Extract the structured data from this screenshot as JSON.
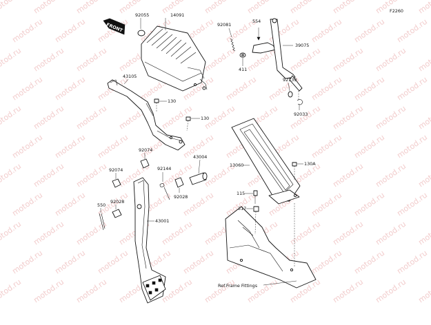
{
  "diagram": {
    "code": "F2260",
    "front_marker": "FRONT",
    "watermark": "motod.ru",
    "frame_note": "Ref.Frame Fittings",
    "callouts": [
      {
        "id": "c92055",
        "label": "92055"
      },
      {
        "id": "c14091",
        "label": "14091"
      },
      {
        "id": "c92081",
        "label": "92081"
      },
      {
        "id": "c554",
        "label": "554"
      },
      {
        "id": "c39075",
        "label": "39075"
      },
      {
        "id": "c411",
        "label": "411"
      },
      {
        "id": "c43105",
        "label": "43105"
      },
      {
        "id": "c130a",
        "label": "130"
      },
      {
        "id": "c130b",
        "label": "130"
      },
      {
        "id": "c92139",
        "label": "92139"
      },
      {
        "id": "c92033",
        "label": "92033"
      },
      {
        "id": "c92074a",
        "label": "92074"
      },
      {
        "id": "c43004",
        "label": "43004"
      },
      {
        "id": "c92074b",
        "label": "92074"
      },
      {
        "id": "c92144",
        "label": "92144"
      },
      {
        "id": "c13060",
        "label": "13060"
      },
      {
        "id": "c130A",
        "label": "130A"
      },
      {
        "id": "c92028a",
        "label": "92028"
      },
      {
        "id": "c115",
        "label": "115"
      },
      {
        "id": "c550",
        "label": "550"
      },
      {
        "id": "c92028b",
        "label": "92028"
      },
      {
        "id": "c317",
        "label": "317"
      },
      {
        "id": "c43001",
        "label": "43001"
      }
    ]
  }
}
